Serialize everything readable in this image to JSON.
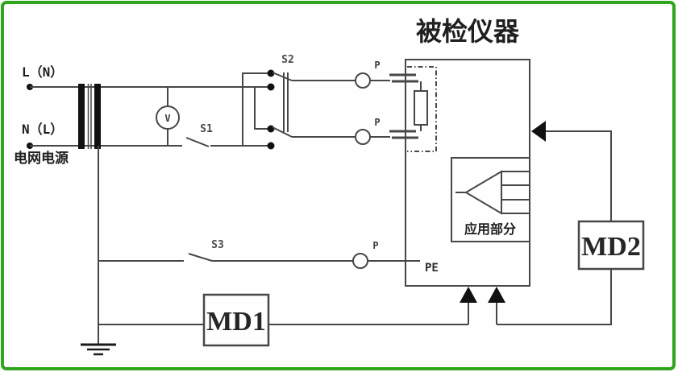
{
  "page": {
    "background": "#fefefe",
    "border_color": "#2fa51d"
  },
  "diagram": {
    "title": "被检仪器",
    "labels": {
      "line_terminal": "L（N）",
      "neutral_terminal": "N（L）",
      "mains_supply": "电网电源",
      "switch_s1": "S1",
      "switch_s2": "S2",
      "switch_s3": "S3",
      "voltmeter": "V",
      "probe_top": "P",
      "probe_bottom": "P",
      "probe_pe": "P",
      "pe_terminal": "PE",
      "applied_part": "应用部分",
      "md1": "MD1",
      "md2": "MD2"
    },
    "colors": {
      "wire": "#474747",
      "accent_border": "#2fa51d",
      "text": "#1f1f1f"
    }
  }
}
